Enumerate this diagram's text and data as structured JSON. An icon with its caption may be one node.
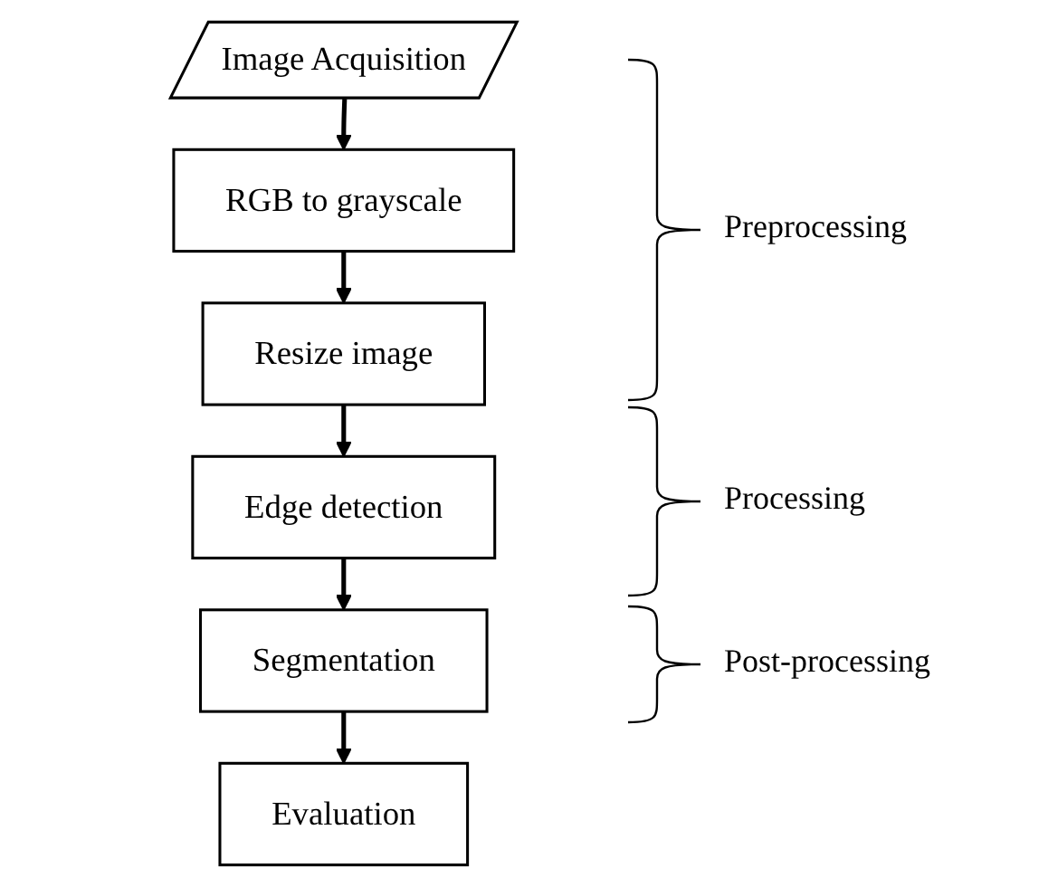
{
  "diagram": {
    "nodes": [
      {
        "text": [
          "Image Acquisition"
        ]
      },
      {
        "text": [
          "RGB to grayscale"
        ]
      },
      {
        "text": [
          "Resize image"
        ]
      },
      {
        "text": [
          "Edge detection"
        ]
      },
      {
        "text": [
          "Segmentation"
        ]
      },
      {
        "text": [
          "Evaluation"
        ]
      }
    ],
    "edges": [
      {
        "from": 0,
        "to": 1,
        "arrow": "to"
      },
      {
        "from": 1,
        "to": 2,
        "arrow": "to"
      },
      {
        "from": 2,
        "to": 3,
        "arrow": "to"
      },
      {
        "from": 3,
        "to": 4,
        "arrow": "to"
      },
      {
        "from": 4,
        "to": 5,
        "arrow": "to"
      }
    ],
    "labels": [
      "Preprocessing",
      "Processing",
      "Post-processing"
    ]
  }
}
